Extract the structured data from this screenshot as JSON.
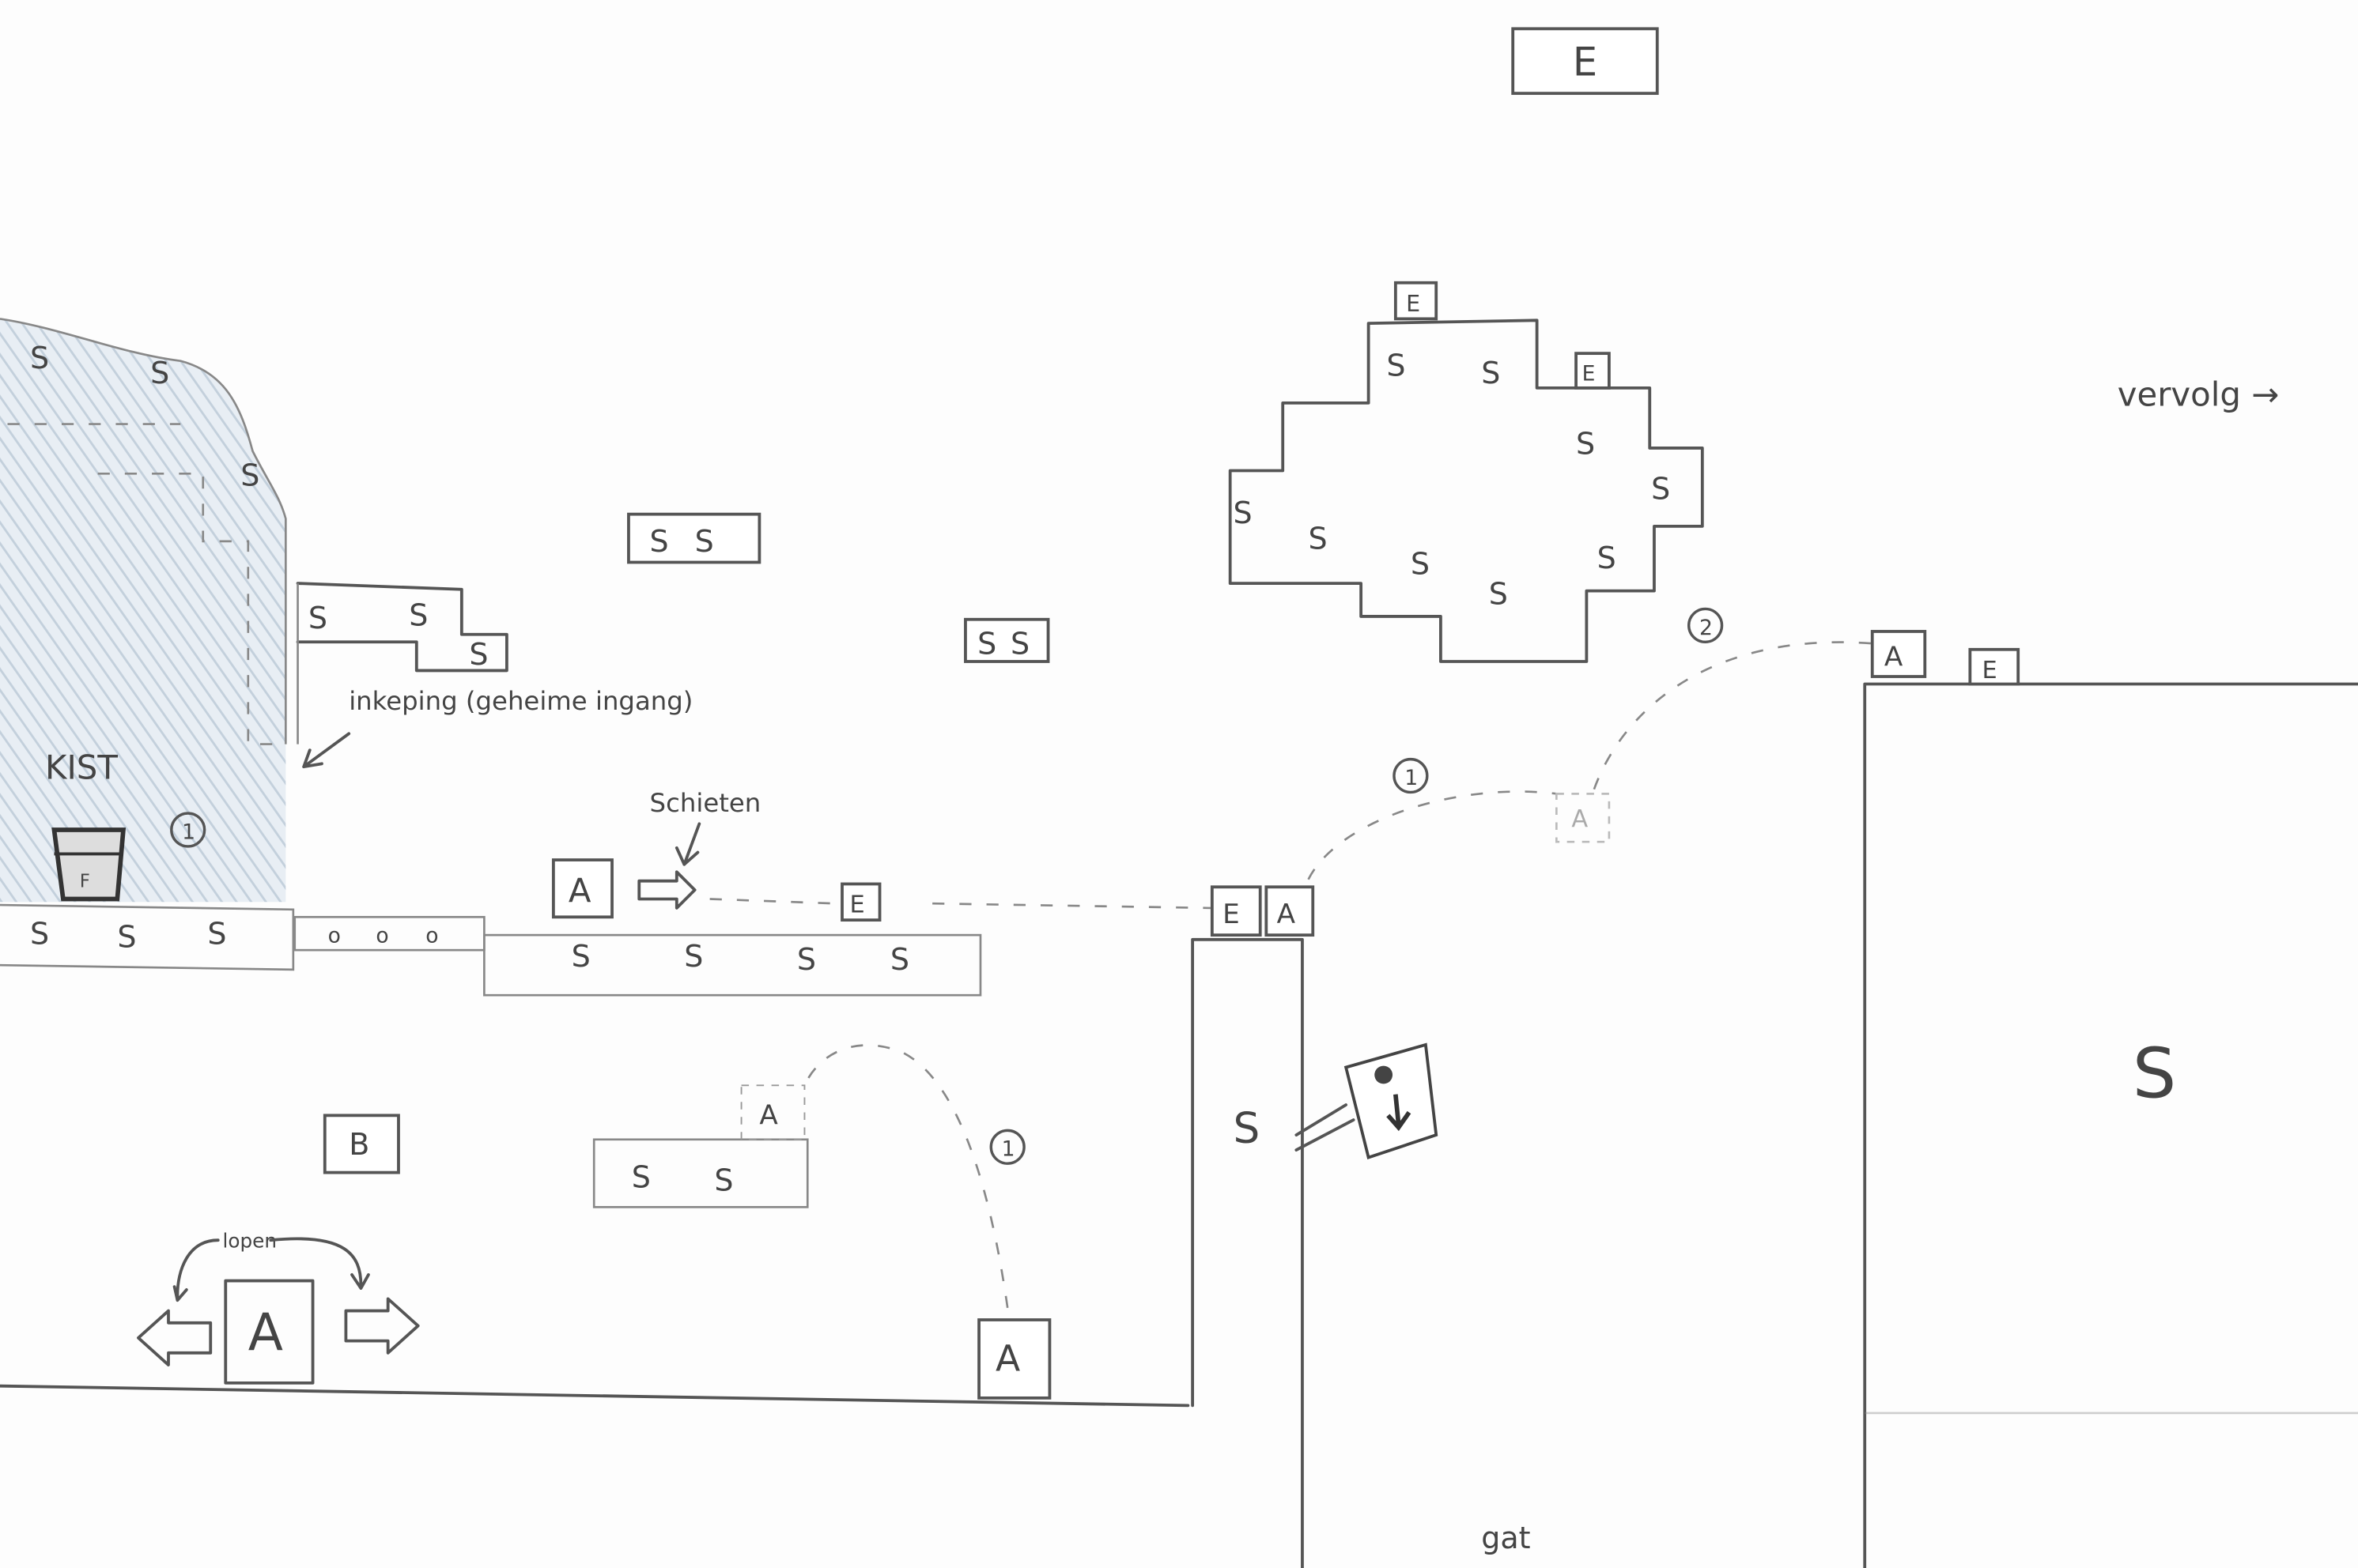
{
  "title": "Level sketch",
  "labels": {
    "top_enemy": "E",
    "kist": "KIST",
    "chest_letter": "F",
    "inkeping": "inkeping (geheime ingang)",
    "schieten": "Schieten",
    "lopen": "lopen",
    "vervolg": "vervolg →",
    "gat": "gat",
    "block": "B",
    "player": "A",
    "enemy": "E",
    "stone": "S",
    "coin": "o",
    "step1": "1",
    "step2": "2"
  },
  "colors": {
    "pencil": "#555555",
    "shading": "#c9d6e2",
    "paper": "#fdfdfd"
  }
}
